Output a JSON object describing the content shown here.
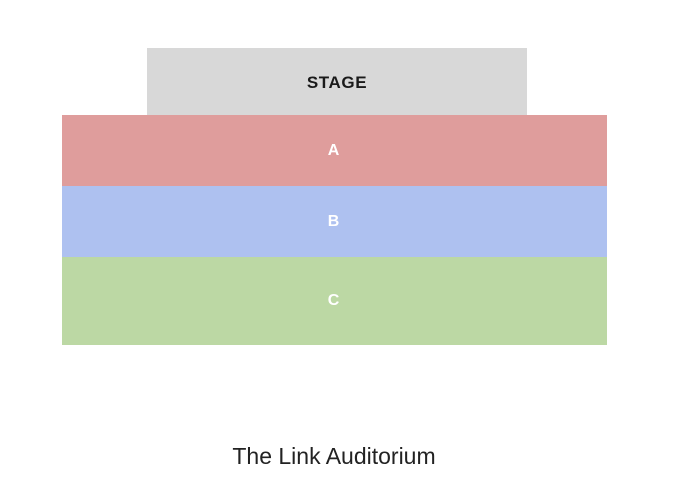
{
  "venue": {
    "name": "The Link Auditorium"
  },
  "stage": {
    "label": "STAGE",
    "color": "#d8d8d8",
    "text_color": "#1a1a1a"
  },
  "seatmap": {
    "background": "#ffffff",
    "sections": [
      {
        "id": "A",
        "label": "A",
        "color": "#df9d9c",
        "text_color": "#ffffff"
      },
      {
        "id": "B",
        "label": "B",
        "color": "#aec1f0",
        "text_color": "#ffffff"
      },
      {
        "id": "C",
        "label": "C",
        "color": "#bcd8a4",
        "text_color": "#ffffff"
      }
    ]
  }
}
